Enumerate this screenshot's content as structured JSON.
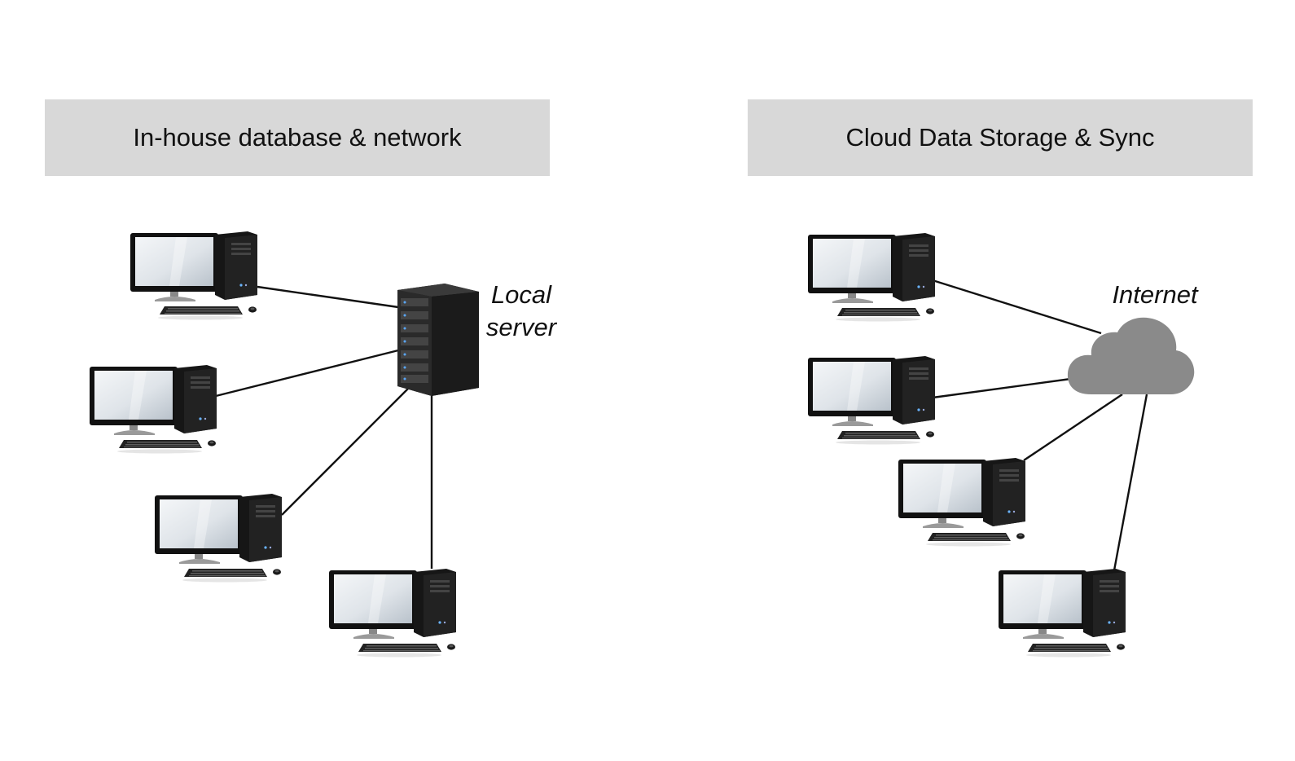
{
  "panels": {
    "left": {
      "title": "In-house database & network",
      "hub_label_line1": "Local",
      "hub_label_line2": "server",
      "hub_icon": "server-rack-icon",
      "client_icon": "desktop-computer-icon"
    },
    "right": {
      "title": "Cloud Data Storage & Sync",
      "hub_label": "Internet",
      "hub_icon": "cloud-icon",
      "client_icon": "desktop-computer-icon"
    }
  },
  "colors": {
    "header_bg": "#d8d8d8",
    "cloud": "#8a8a8a",
    "server": "#1c1c1c",
    "lines": "#111111"
  }
}
